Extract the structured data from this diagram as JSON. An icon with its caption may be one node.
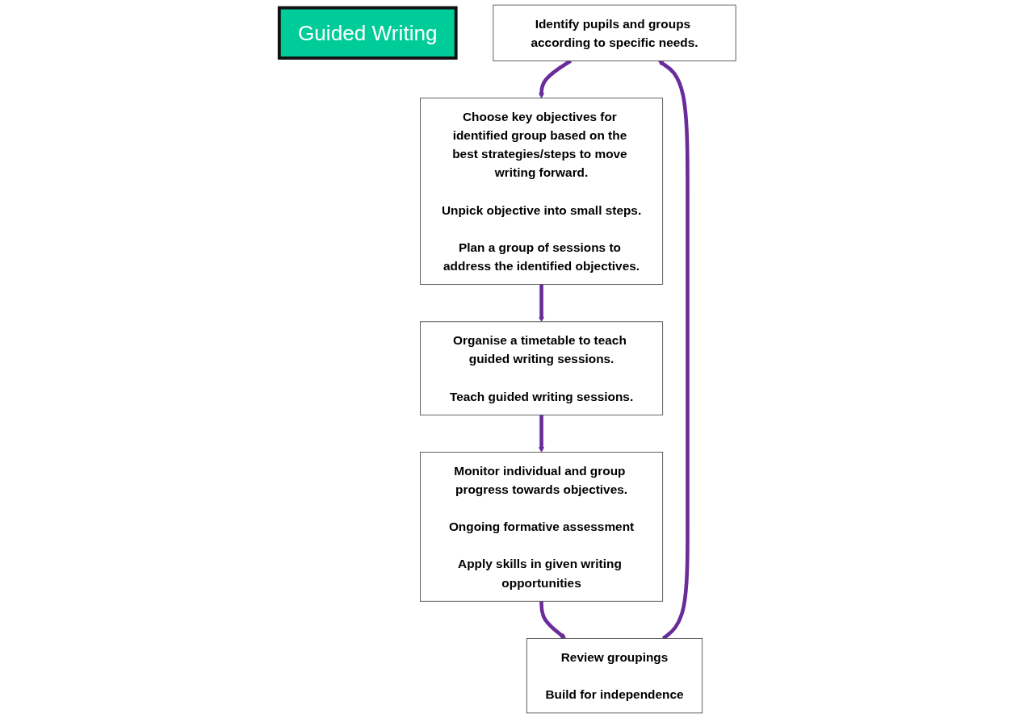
{
  "diagram": {
    "nodes": [
      {
        "text": [
          "Guided Writing"
        ]
      },
      {
        "text": [
          "Identify pupils and groups according to specific needs."
        ]
      },
      {
        "text": [
          "Choose key objectives for identified group based on the best strategies/steps to move writing forward.",
          "Unpick objective into small steps.",
          "Plan a group of sessions to address the identified objectives."
        ]
      },
      {
        "text": [
          "Organise a timetable to teach guided writing sessions.",
          "Teach guided writing sessions."
        ]
      },
      {
        "text": [
          "Monitor individual and group progress towards objectives.",
          "Ongoing formative assessment",
          "Apply skills in given writing opportunities"
        ]
      },
      {
        "text": [
          "Review groupings",
          "Build for independence"
        ]
      }
    ],
    "edges": [
      {
        "from": 5,
        "to": 1,
        "arrow": "to"
      },
      {
        "from": 1,
        "to": 2,
        "arrow": "to"
      },
      {
        "from": 2,
        "to": 3,
        "arrow": "to"
      },
      {
        "from": 3,
        "to": 4,
        "arrow": "to"
      },
      {
        "from": 4,
        "to": 5,
        "arrow": "to"
      }
    ]
  }
}
